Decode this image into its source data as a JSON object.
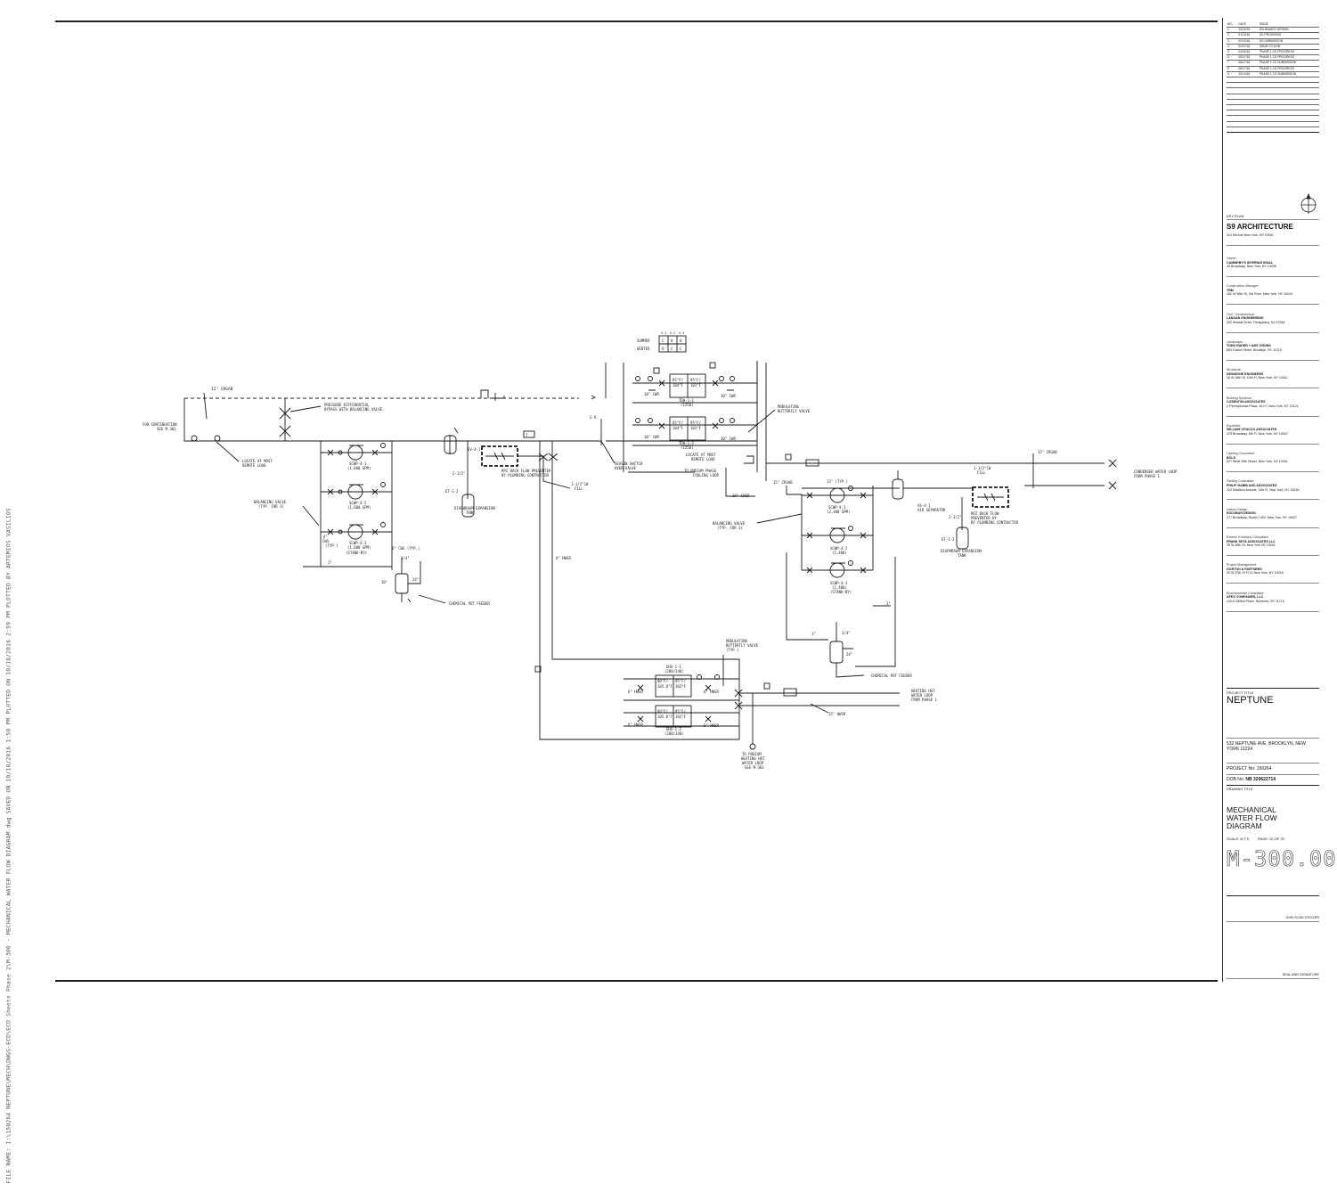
{
  "side_stamp": "FILE NAME: I:\\150264 NEPTUNE\\MECH\\DWGS-ECD\\ECD Sheets Phase 2\\M-300 - MECHANICAL WATER FLOW DIAGRAM.dwg SAVED ON 10/18/2016 1:50 PM PLOTTED ON 10/18/2016 2:59 PM PLOTTED BY ARTEMIOS VASILIOS",
  "revisions": {
    "headers": [
      "NO.",
      "DATE",
      "ISSUE"
    ],
    "rows": [
      [
        "1",
        "10/23/15",
        "SCHEMATIC DESIGN"
      ],
      [
        "2",
        "01/22/16",
        "DD PROGRESS"
      ],
      [
        "3",
        "02/02/16",
        "DD SUBMISSION"
      ],
      [
        "4",
        "02/27/16",
        "ISSUE TO DOB"
      ],
      [
        "5",
        "04/02/16",
        "PHASE 1 CD PROGRESS"
      ],
      [
        "6",
        "05/27/16",
        "PHASE 1 CD PROGRESS"
      ],
      [
        "7",
        "06/17/16",
        "PHASE 1 CD SUBMISSION"
      ],
      [
        "8",
        "08/17/16",
        "PHASE 1 CD PROGRESS"
      ],
      [
        "9",
        "10/14/16",
        "PHASE 1 CD SUBMISSION"
      ]
    ],
    "blank_rows": 9
  },
  "key_plan": "KEY PLAN",
  "architect": {
    "name": "S9 ARCHITECTURE",
    "address": "110 5th Ave New York, NY 10001"
  },
  "consultants": [
    {
      "role": "Owner:",
      "name": "CAMMEBY'S INTERNATIONAL",
      "address": "45 Broadway, New York, NY 10006"
    },
    {
      "role": "Construction Manager:",
      "name": "TRM",
      "address": "160 W 56th St, 3rd Floor, New York, NY 10019"
    },
    {
      "role": "Civil / Geotechnical:",
      "name": "LANGAN ENGINEERING",
      "address": "300 Kimball Drive, Parsippany, NJ 07054"
    },
    {
      "role": "Landscape:",
      "name": "TODD RADER + AMY CRONS",
      "address": "853 Carroll Street, Brooklyn, NY 11215"
    },
    {
      "role": "Structural:",
      "name": "DESIMONE ENGINEERS",
      "address": "18 W 18th St, 10th Fl, New York, NY 10011"
    },
    {
      "role": "Building Systems:",
      "name": "COSENTINI ASSOCIATES",
      "address": "2 Pennsylvania Plaza, 3rd Fl, New York, NY 10121"
    },
    {
      "role": "Expeditor:",
      "name": "WILLIAM VITACCO ASSOCIATES",
      "address": "229 Broadway, 5th Fl, New York, NY 10007"
    },
    {
      "role": "Lighting Consultant:",
      "name": "BOLD",
      "address": "227 West 29th Street, New York, NY 10001"
    },
    {
      "role": "Parking Consultant:",
      "name": "PHILIP HABIB AND ASSOCIATES",
      "address": "102 Madison Avenue, 11th Fl, New York, NY 10016"
    },
    {
      "role": "Interior Design:",
      "name": "ESCOBAR DESIGN",
      "address": "277 Broadway, Studio 1309, New York, NY 10007"
    },
    {
      "role": "Exterior Envelope Consultant:",
      "name": "FRANK SETA ASSOCIATES LLC",
      "address": "35 W 35th St, New York NY 10001"
    },
    {
      "role": "Project Management:",
      "name": "GORTON & PARTNERS",
      "address": "20 W 37th St Fl 11 New York, NY 10018"
    },
    {
      "role": "Environmental Consultant:",
      "name": "APEX COMPANIES, LLC",
      "address": "120-D Wilbur Place, Bohemia, NY 11716"
    }
  ],
  "project": {
    "title_label": "PROJECT TITLE",
    "title": "NEPTUNE",
    "address": "532 NEPTUNE AVE, BROOKLYN, NEW YORK 11224",
    "project_no_label": "PROJECT No:",
    "project_no": "150264",
    "dob_no_label": "DOB No:",
    "dob_no": "NB 320622714",
    "drawing_title_label": "DRAWING TITLE",
    "drawing_title_lines": [
      "MECHANICAL",
      "WATER FLOW",
      "DIAGRAM"
    ],
    "scale_label": "SCALE:",
    "scale": "N.T.S.",
    "page_label": "PAGE:",
    "page": "32 OF 33",
    "drawing_no": "M-300.00",
    "dob_sticker": "DOB SCAN STICKER",
    "seal": "SEAL AND SIGNATURE"
  },
  "diagram": {
    "labels": {
      "crgab": "12\" CRGAB",
      "for_continuation": "FOR CONTINUATION",
      "see_m301": "SEE M-301",
      "pressure_diff": "PRESSURE DIFFERENTIAL",
      "bypass": "BYPASS WITH BALANCING VALVE.",
      "locate_remote_1": "LOCATE AT MOST",
      "locate_remote_2": "REMOTE LOAD",
      "balancing_valve_1": "BALANCING VALVE",
      "balancing_valve_2": "(TYP. FOR 3)",
      "cws_typ": "6\" CWS (TYP.)",
      "cws": "6\"",
      "cws2": "CWS",
      "typ": "(TYP.)",
      "scwp_a_1": "SCWP-4-1",
      "scwp_a_2": "SCWP-4-2",
      "scwp_a_3": "SCWP-4-3",
      "gpm_1600": "(1,600 GPM)",
      "standby": "(STAND-BY)",
      "one_inch": "1\"",
      "three_q": "3/4\"",
      "pot_size": "10\"",
      "pot_size2": "24\"",
      "chem_feeder": "CHEMICAL POT FEEDER",
      "et": "ET-1-2",
      "diaphragm_1": "DIAPHRAGM EXPANSION",
      "diaphragm_2": "TANK",
      "rpz_1": "RPZ BACK FLOW PREVENTER",
      "rpz_2": "BY PLUMBING CONTRACTOR",
      "fill_size": "1-1/2\"CW",
      "fill": "FILL",
      "two_half": "2-1/2\"",
      "hwr_8": "8\" HWSR",
      "season_1": "SEASON SWITCH",
      "season_2": "OVER VALVE",
      "sv": "S.V.",
      "summer": "SUMMER",
      "winter": "WINTER",
      "v1": "V-1",
      "v2": "V-2",
      "v3": "V-3",
      "o": "O",
      "c": "C",
      "tdhx_1": "TDH-1-1",
      "tdhx_2": "TDH-1-2",
      "gpm_1250": "(1250)",
      "temp_a": "85°F/",
      "temp_b": "104°F",
      "temp_c": "95°F/",
      "temp_d": "102°F",
      "cwr_10": "10\" CWR",
      "locate_remote_3": "LOCATE AT MOST",
      "locate_remote_4": "REMOTE LOAD",
      "to_podium_1": "TO PODIUM PHASE",
      "to_podium_2": "COOLING LOOP",
      "modulating_1": "MODULATING",
      "modulating_2": "BUTTERFLY VALVE",
      "cwsr_10": "10\" CWSR",
      "crgab_15": "15\" CRGAB",
      "condenser_1": "CONDENSER WATER LOOP",
      "condenser_2": "FROM PHASE 1",
      "air_sep_1": "AS-4-1",
      "air_sep_2": "AIR SEPARATOR",
      "scwp_b_1": "SCWP-4-1",
      "scwp_b_2": "SCWP-4-2",
      "scwp_b_3": "SCWP-4-3",
      "gpm_2400": "(2,400 GPM)",
      "gpm_2400b": "(2,400)",
      "cws_13": "13\" (TYP.)",
      "chem_feeder2": "CHEMICAL POT FEEDER",
      "hwsr_6": "6\" HWSR",
      "hwr_15": "15\" HWSR",
      "heating_loop_1": "HEATING HOT",
      "heating_loop_2": "WATER LOOP",
      "heating_loop_3": "FROM PHASE 1",
      "to_podium_3": "TO PODIUM",
      "to_podium_4": "HEATING HOT",
      "to_podium_5": "WATER LOOP",
      "to_podium_6": "SEE M-301",
      "hx_1": "EHX-1-1",
      "hx_2": "EHX-1-2",
      "hx_gpm": "(280/340)",
      "hx_t1": "80°F/",
      "hx_t2": "105.8°F",
      "hx_t3": "95°F/",
      "hx_t4": "102°F"
    }
  }
}
